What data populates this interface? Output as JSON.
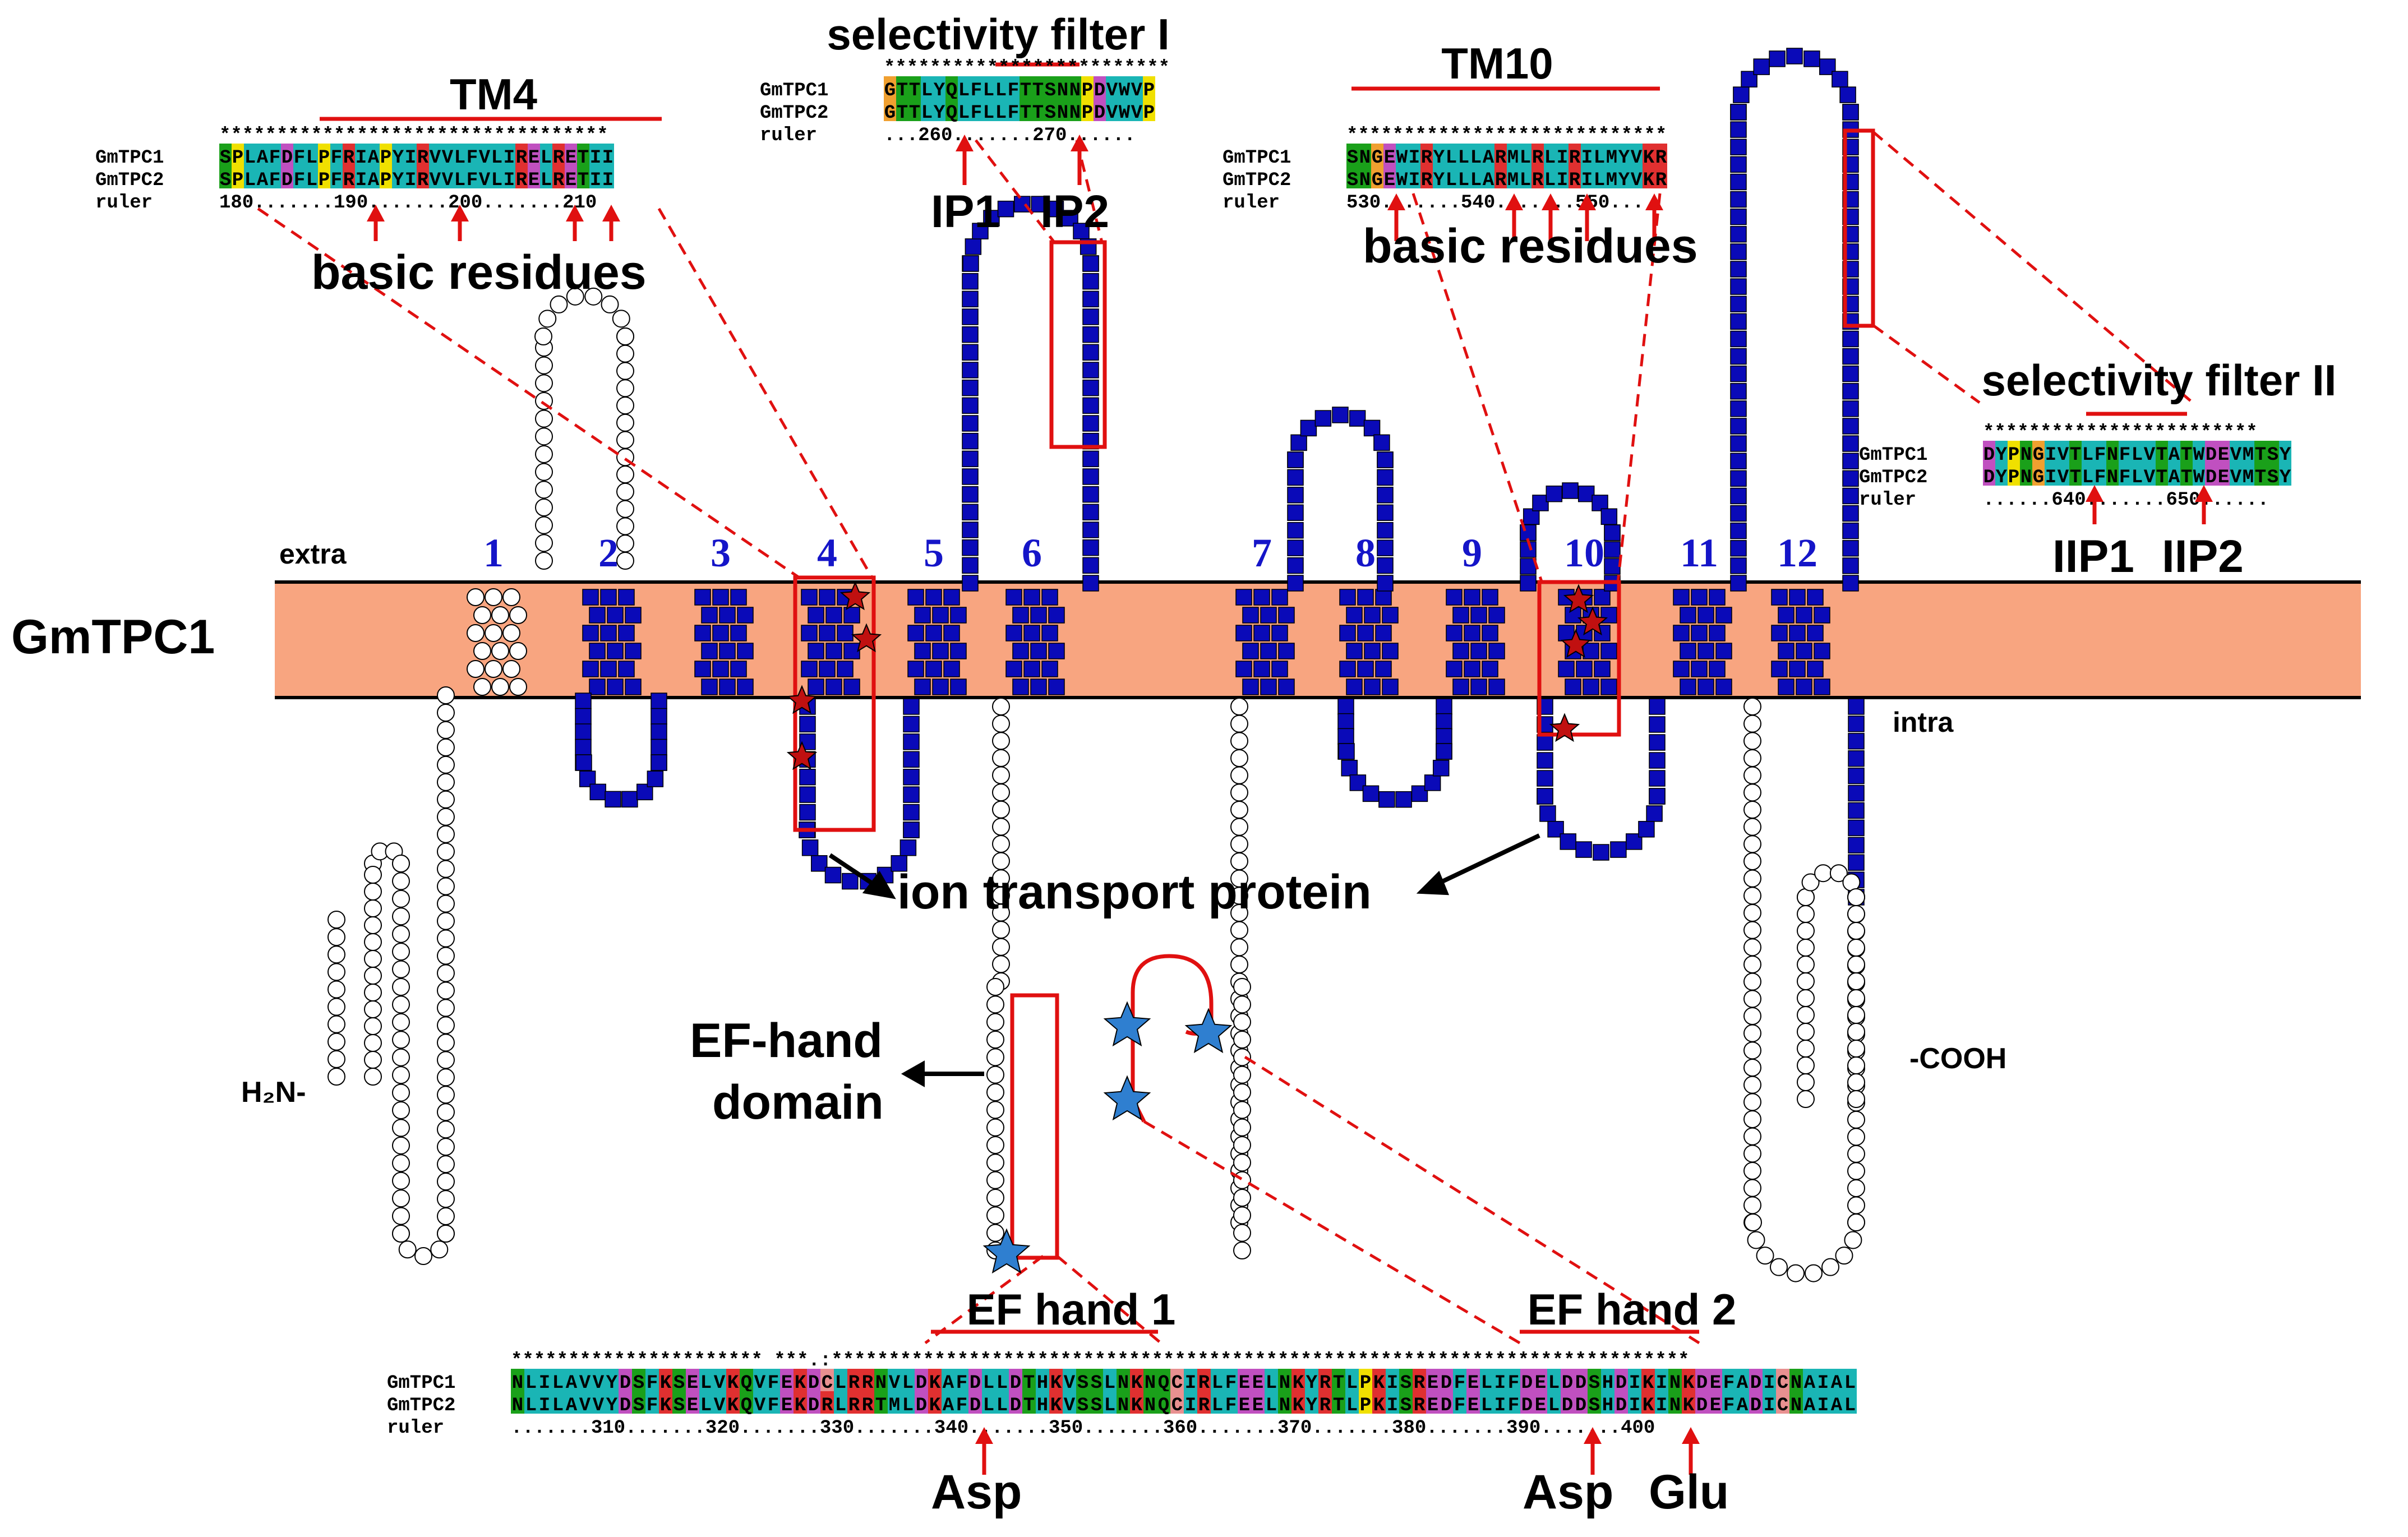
{
  "protein_label": "GmTPC1",
  "membrane": {
    "extra_label": "extra",
    "intra_label": "intra"
  },
  "helices": [
    "1",
    "2",
    "3",
    "4",
    "5",
    "6",
    "7",
    "8",
    "9",
    "10",
    "11",
    "12"
  ],
  "termini": {
    "n_term": "H₂N-",
    "c_term": "-COOH"
  },
  "annotations": {
    "ion_transport": "ion transport protein",
    "ef_hand_domain_line1": "EF-hand",
    "ef_hand_domain_line2": "domain",
    "basic_residues_left": "basic residues",
    "basic_residues_right": "basic residues",
    "asp_1": "Asp",
    "asp_2": "Asp",
    "glu": "Glu"
  },
  "alignments": {
    "tm4": {
      "title": "TM4",
      "stars": "**********************************",
      "rows": [
        {
          "name": "GmTPC1",
          "seq": "SPLAFDFLPFRIAPYIRVVLFVLIRELRETII"
        },
        {
          "name": "GmTPC2",
          "seq": "SPLAFDFLPFRIAPYIRVVLFVLIRELRETII"
        }
      ],
      "ruler_name": "ruler",
      "ruler": "180.......190.......200.......210"
    },
    "sf1": {
      "title": "selectivity filter I",
      "stars": "*************************",
      "rows": [
        {
          "name": "GmTPC1",
          "seq": "GTTLYQLFLLFTTSNNPDVWVP"
        },
        {
          "name": "GmTPC2",
          "seq": "GTTLYQLFLLFTTSNNPDVWVP"
        }
      ],
      "ruler_name": "ruler",
      "ruler": "...260.......270......",
      "pore_labels": [
        "IP1",
        "IP2"
      ]
    },
    "tm10": {
      "title": "TM10",
      "stars": "****************************",
      "rows": [
        {
          "name": "GmTPC1",
          "seq": "SNGEWIRYLLLARMLRLIRILMYVKR"
        },
        {
          "name": "GmTPC2",
          "seq": "SNGEWIRYLLLARMLRLIRILMYVKR"
        }
      ],
      "ruler_name": "ruler",
      "ruler": "530.......540.......550...."
    },
    "sf2": {
      "title": "selectivity filter II",
      "stars": "************************",
      "rows": [
        {
          "name": "GmTPC1",
          "seq": "DYPNGIVTLFNFLVTATWDEVMTSY"
        },
        {
          "name": "GmTPC2",
          "seq": "DYPNGIVTLFNFLVTATWDEVMTSY"
        }
      ],
      "ruler_name": "ruler",
      "ruler": "......640.......650......",
      "pore_labels": [
        "IIP1",
        "IIP2"
      ]
    },
    "ef": {
      "title_1": "EF hand 1",
      "title_2": "EF hand 2",
      "stars": "********************** ***.:***************************************************************************",
      "rows": [
        {
          "name": "GmTPC1",
          "seq": "NLILAVVYDSFKSELVKQVFEKDCLRRNVLDKAFDLLDTHKVSSLNKNQCIRLFEELNKYRTLPKISREDFELIFDELDDSHDIKINKDEFADICNAIAL"
        },
        {
          "name": "GmTPC2",
          "seq": "NLILAVVYDSFKSELVKQVFEKDRLRRTMLDKAFDLLDTHKVSSLNKNQCIRLFEELNKYRTLPKISREDFELIFDELDDSHDIKINKDEFADICNAIAL"
        }
      ],
      "ruler_name": "ruler",
      "ruler": ".......310.......320.......330.......340.......350.......360.......370.......380.......390.......400"
    }
  },
  "colors": {
    "membrane": "#f8a580",
    "tm_residue": "#0a0ab8",
    "highlight": "#e01010",
    "helix_number": "#1515c8",
    "ef_star": "#2f7fd0"
  }
}
